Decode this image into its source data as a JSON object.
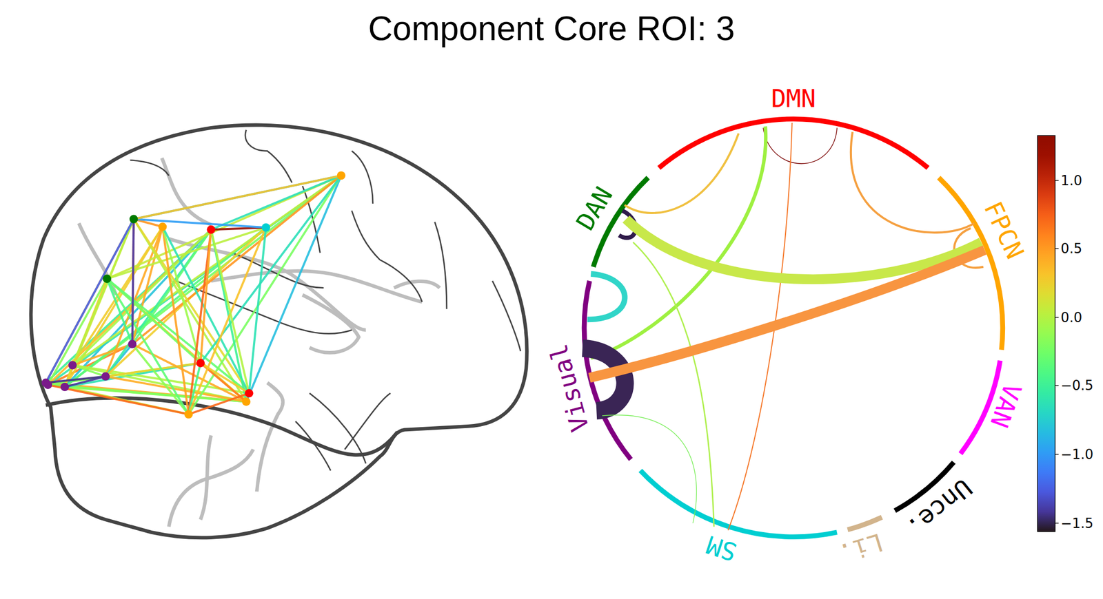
{
  "diagram": {
    "title": "Component Core ROI: 3",
    "labels": [
      "DMN",
      "DAN",
      "FPCN",
      "Visual",
      "VAN",
      "Unce.",
      "Li.",
      "SM",
      "1.0",
      "0.5",
      "0.0",
      "−0.5",
      "−1.0",
      "−1.5"
    ]
  }
}
